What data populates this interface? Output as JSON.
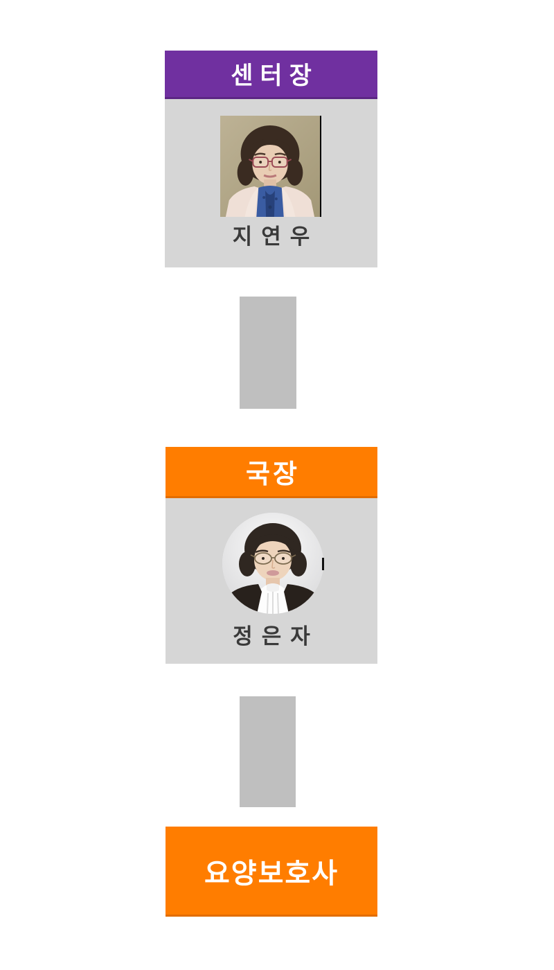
{
  "chart": {
    "type": "org-chart",
    "nodes": [
      {
        "title": "센터장",
        "person": "지연우",
        "header_color": "#7030A0",
        "body_color": "#D6D6D6",
        "photo": "woman-portrait-square"
      },
      {
        "title": "국장",
        "person": "정은자",
        "header_color": "#FF7D00",
        "body_color": "#D6D6D6",
        "photo": "woman-portrait-circle"
      },
      {
        "title": "요양보호사",
        "person": "",
        "header_color": "#FF7D00",
        "body_color": "",
        "photo": ""
      }
    ],
    "colors": {
      "header_purple": "#7030A0",
      "header_orange": "#FF7D00",
      "body_gray": "#D6D6D6",
      "connector_gray": "#BFBFBF",
      "title_text": "#FFFFFF",
      "name_text": "#3A3A3A",
      "page_background": "#FFFFFF"
    }
  }
}
